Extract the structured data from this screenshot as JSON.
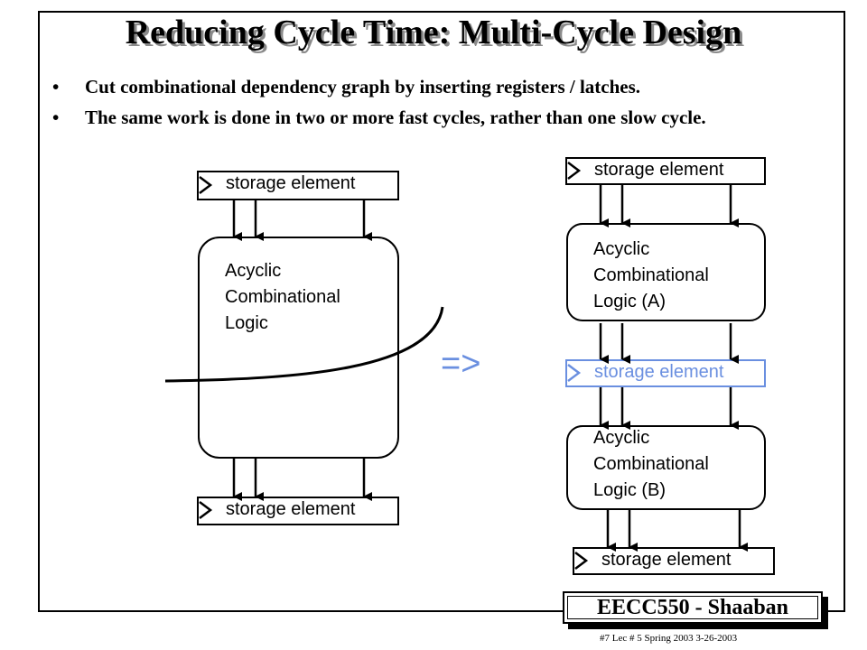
{
  "title": "Reducing Cycle Time:  Multi-Cycle Design",
  "bullets": [
    "Cut combinational dependency graph by inserting registers / latches.",
    "The same work is done in two or more fast cycles, rather than one slow cycle."
  ],
  "bullet_symbol": "•",
  "left_diagram": {
    "top_storage": "storage element",
    "logic_lines": [
      "Acyclic",
      "Combinational",
      "Logic"
    ],
    "bottom_storage": "storage element"
  },
  "transform_symbol": "=>",
  "right_diagram": {
    "top_storage": "storage element",
    "logic_a_lines": [
      "Acyclic",
      "Combinational",
      "Logic (A)"
    ],
    "middle_storage": "storage element",
    "logic_b_lines": [
      "Acyclic",
      "Combinational",
      "Logic (B)"
    ],
    "bottom_storage": "storage element"
  },
  "badge": "EECC550  - Shaaban",
  "footer": "#7   Lec # 5  Spring 2003  3-26-2003",
  "colors": {
    "inserted_register": "#6a8fe0",
    "transform_symbol": "#6a8fe0",
    "title_shadow": "#8a8a8a"
  }
}
